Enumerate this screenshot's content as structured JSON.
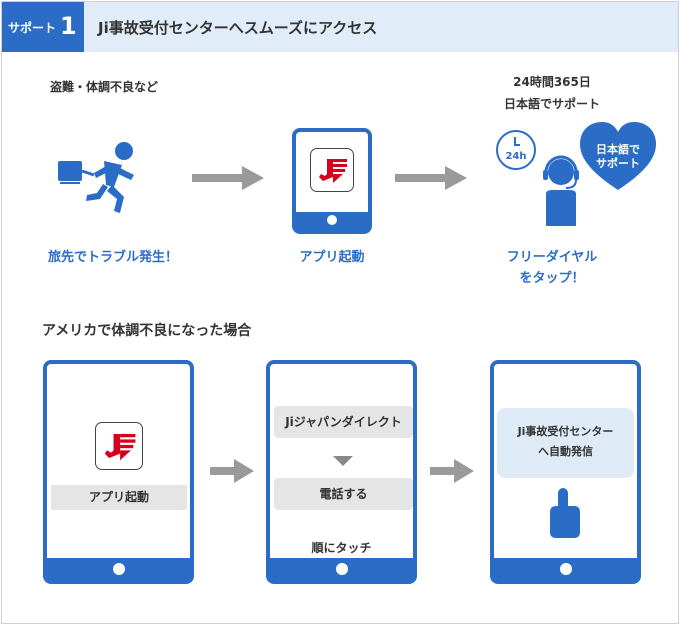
{
  "header": {
    "badge_label": "サポート",
    "badge_number": "1",
    "title": "Ji事故受付センターへスムーズにアクセス"
  },
  "flow1": {
    "top_left_label": "盗難・体調不良など",
    "top_right_line1": "24時間365日",
    "top_right_line2": "日本語でサポート",
    "clock_label": "24h",
    "heart_line1": "日本語で",
    "heart_line2": "サポート",
    "caption_left": "旅先でトラブル発生！",
    "caption_mid": "アプリ起動",
    "caption_right_line1": "フリーダイヤル",
    "caption_right_line2": "をタップ！"
  },
  "section2": {
    "title": "アメリカで体調不良になった場合",
    "tablet1_label": "アプリ起動",
    "tablet2_item1": "Jiジャパンダイレクト",
    "tablet2_item2": "電話する",
    "tablet2_caption": "順にタッチ",
    "tablet3_line1": "Ji事故受付センター",
    "tablet3_line2": "へ自動発信"
  },
  "colors": {
    "brand_blue": "#2b6dc6",
    "header_bg": "#e0ecf8",
    "arrow_grey": "#9a9a9a",
    "logo_red": "#d6001c"
  },
  "icons": [
    "running-man-icon",
    "arrow-right-icon",
    "app-logo-icon",
    "clock-icon",
    "operator-icon",
    "heart-icon",
    "pointing-hand-icon"
  ]
}
